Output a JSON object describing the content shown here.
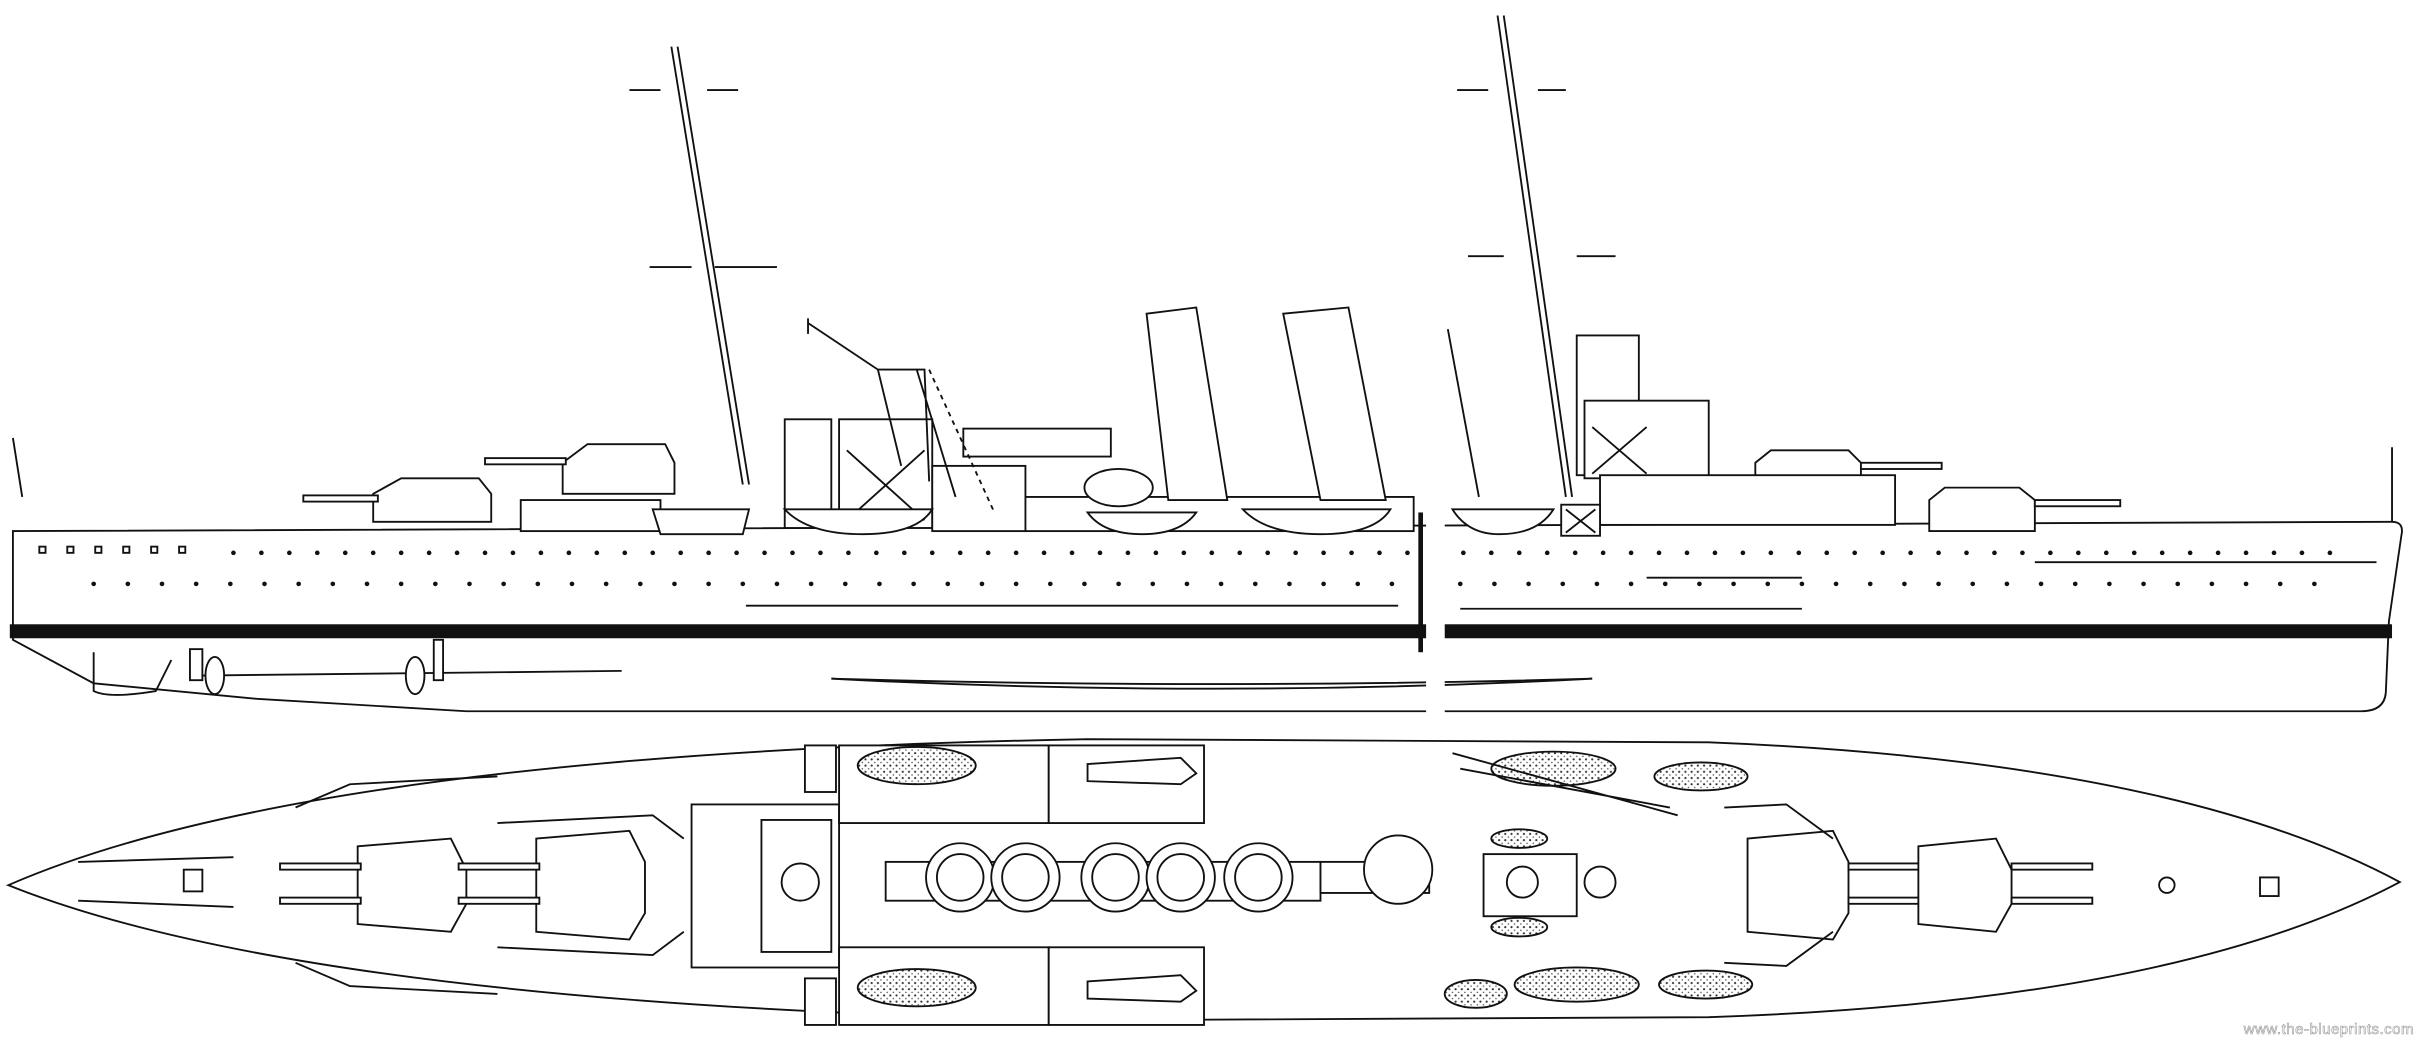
{
  "drawing": {
    "views": [
      "side-elevation",
      "plan-view"
    ],
    "colors": {
      "line": "#111111",
      "background": "#ffffff"
    }
  },
  "watermark": "www.the-blueprints.com"
}
